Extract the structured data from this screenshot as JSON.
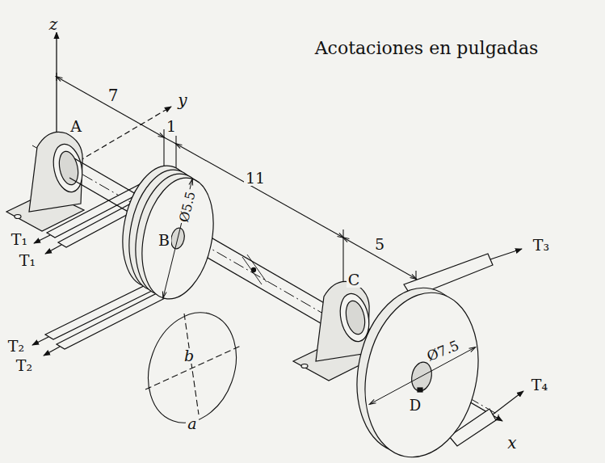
{
  "diagram": {
    "labels": [
      "z",
      "Acotaciones en pulgadas",
      "7",
      "y",
      "A",
      "1",
      "11",
      "T₁",
      "T₁",
      "B",
      "Ø5.5",
      "5",
      "T₃",
      "C",
      "T₂",
      "T₂",
      "b",
      "Ø7.5",
      "D",
      "T₄",
      "a",
      "x"
    ]
  }
}
